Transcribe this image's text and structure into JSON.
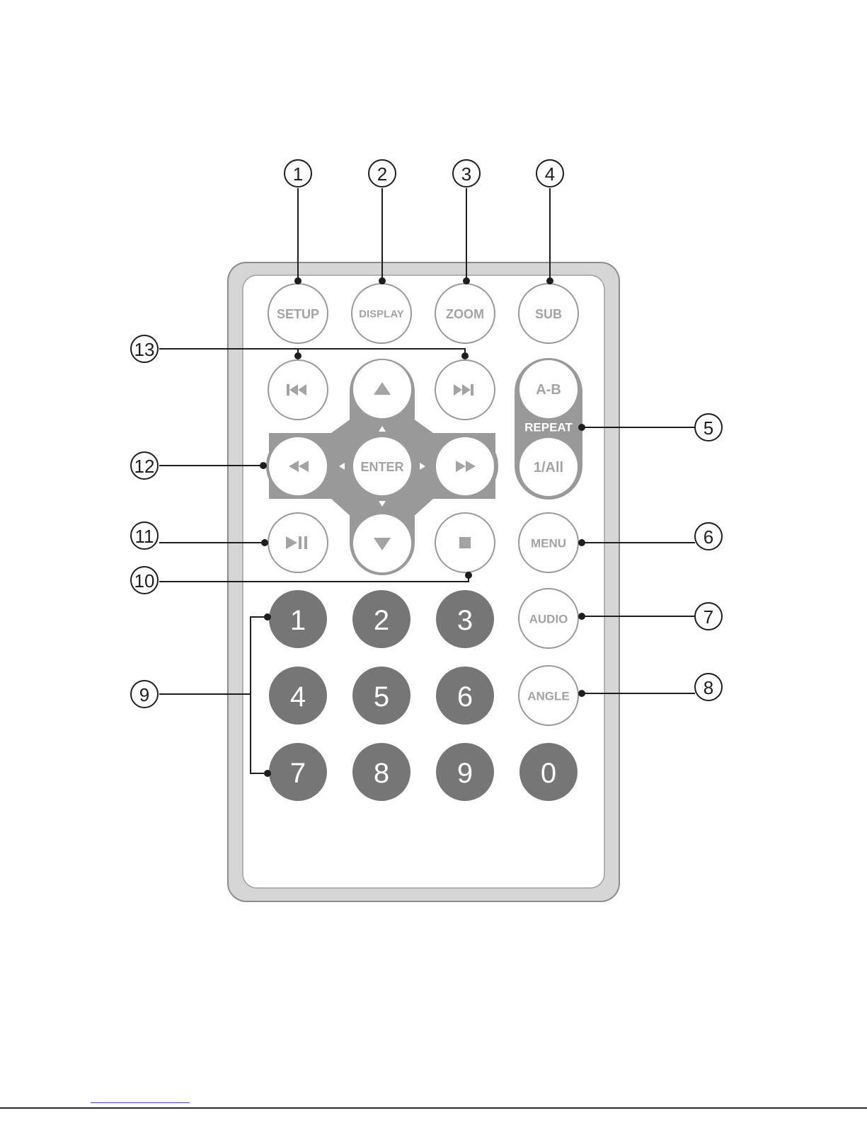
{
  "remote": {
    "body_color": "#d5d5d5",
    "face_color": "#ffffff",
    "outline_color": "#9a9a9a",
    "label_color": "#a3a3a3",
    "numpad_color": "#767676",
    "dpad_color": "#999999",
    "top_buttons": [
      {
        "id": "setup",
        "label": "SETUP"
      },
      {
        "id": "display",
        "label": "DISPLAY"
      },
      {
        "id": "zoom",
        "label": "ZOOM"
      },
      {
        "id": "sub",
        "label": "SUB"
      }
    ],
    "repeat": {
      "top": "A-B",
      "bar": "REPEAT",
      "bottom": "1/All"
    },
    "dpad_center": "ENTER",
    "side_buttons": [
      {
        "id": "menu",
        "label": "MENU"
      },
      {
        "id": "audio",
        "label": "AUDIO"
      },
      {
        "id": "angle",
        "label": "ANGLE"
      }
    ],
    "numbers": [
      "1",
      "2",
      "3",
      "4",
      "5",
      "6",
      "7",
      "8",
      "9",
      "0"
    ],
    "icons": {
      "prev": "skip-previous-icon",
      "next": "skip-next-icon",
      "rewind": "rewind-icon",
      "forward": "fast-forward-icon",
      "play_pause": "play-pause-icon",
      "stop": "stop-icon",
      "up": "arrow-up-icon",
      "down": "arrow-down-icon"
    }
  },
  "callouts": [
    "1",
    "2",
    "3",
    "4",
    "5",
    "6",
    "7",
    "8",
    "9",
    "10",
    "11",
    "12",
    "13"
  ]
}
